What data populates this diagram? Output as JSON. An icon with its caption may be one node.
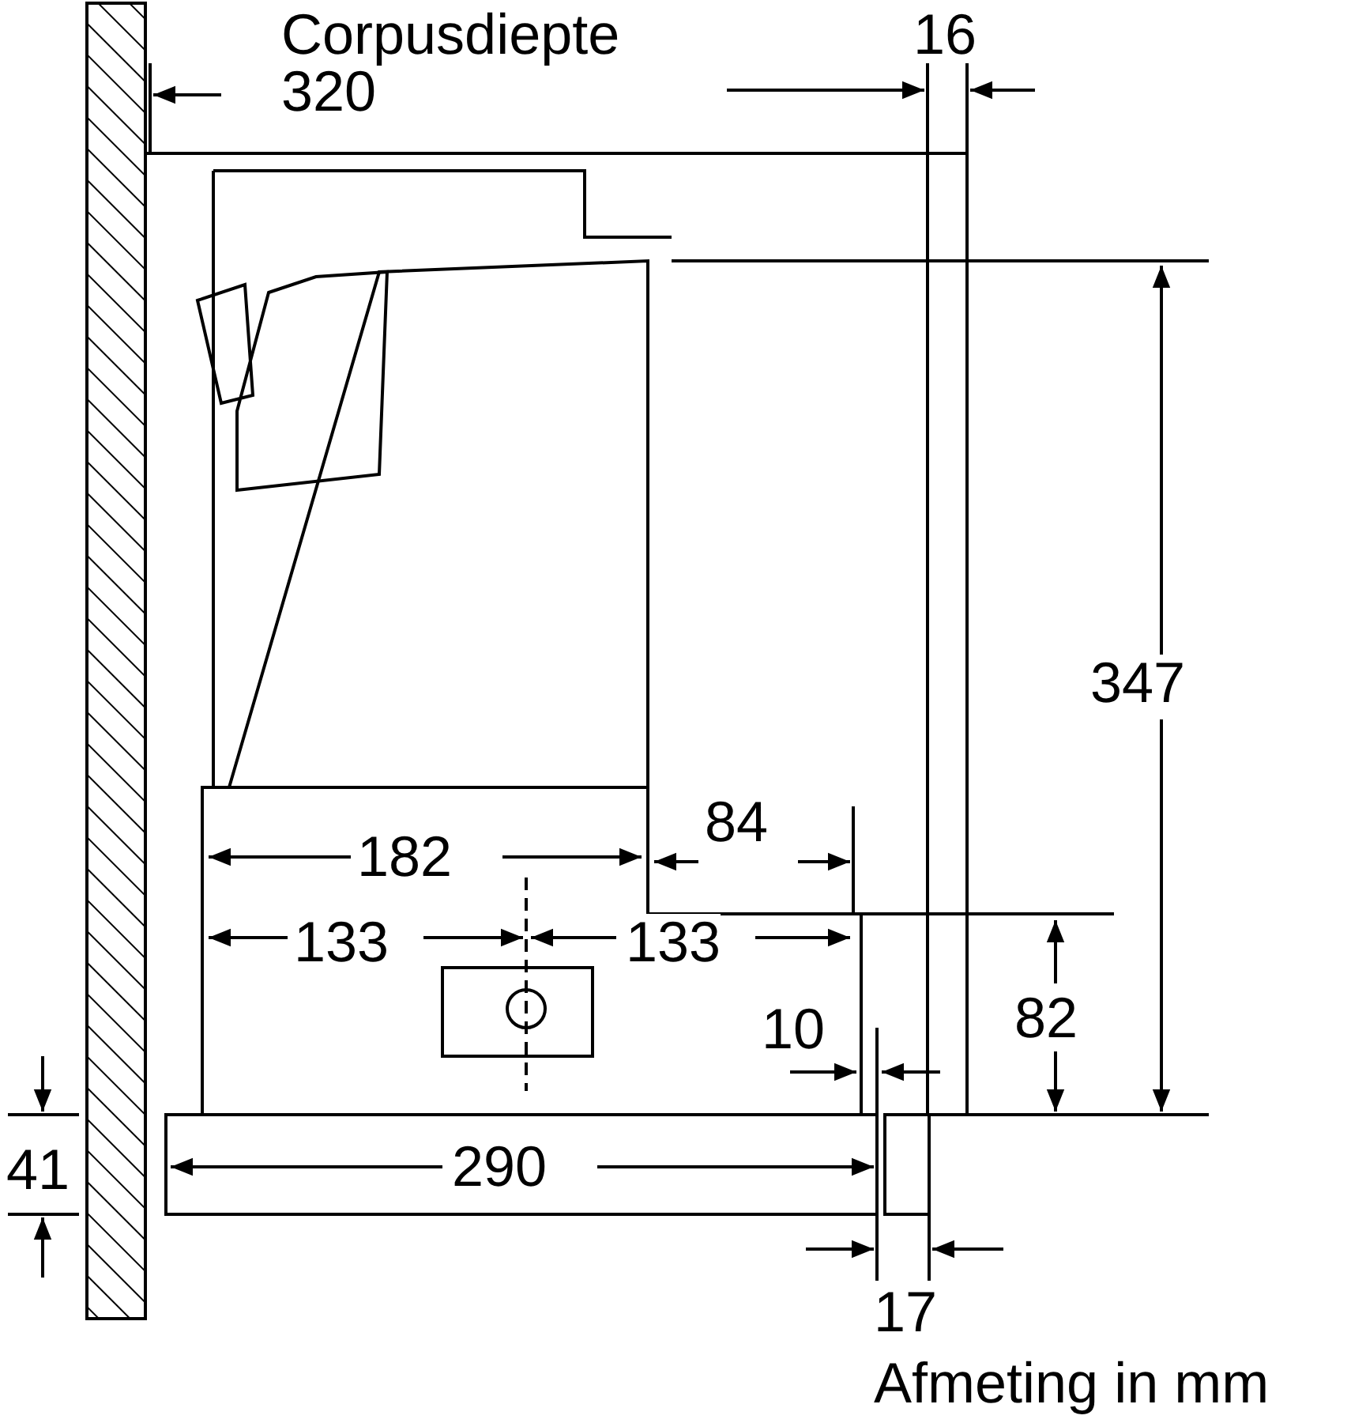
{
  "diagram": {
    "labels": [
      "Corpusdiepte 320",
      "16",
      "347",
      "182",
      "84",
      "133",
      "133",
      "82",
      "10",
      "41",
      "290",
      "17",
      "Afmeting in mm"
    ]
  }
}
